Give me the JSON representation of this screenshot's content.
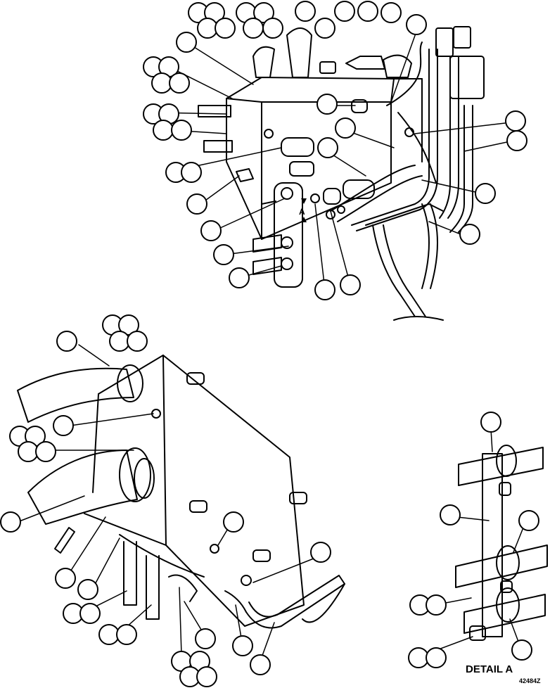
{
  "diagram": {
    "detail_caption": "DETAIL A",
    "view_marker": "A",
    "drawing_number": "42484Z"
  },
  "colors": {
    "line": "#000000",
    "background": "#ffffff"
  },
  "callout_style": "blank-circle"
}
